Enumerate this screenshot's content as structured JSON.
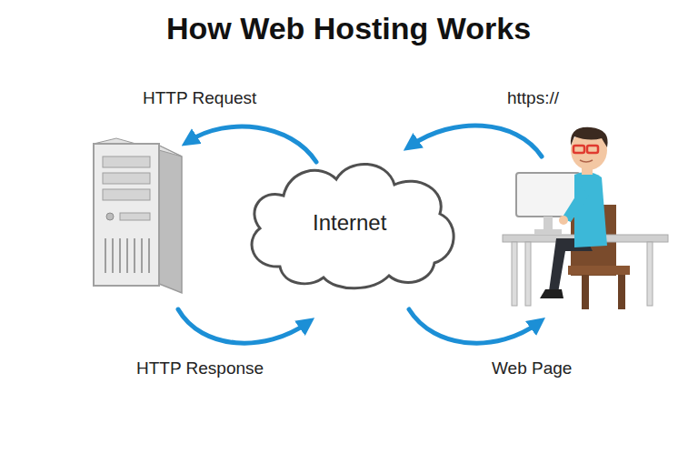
{
  "diagram": {
    "title": "How Web Hosting Works",
    "nodes": [
      {
        "text": [
          "Internet"
        ]
      }
    ],
    "labels": [
      "HTTP Request",
      "https://",
      "HTTP Response",
      "Web Page"
    ]
  }
}
